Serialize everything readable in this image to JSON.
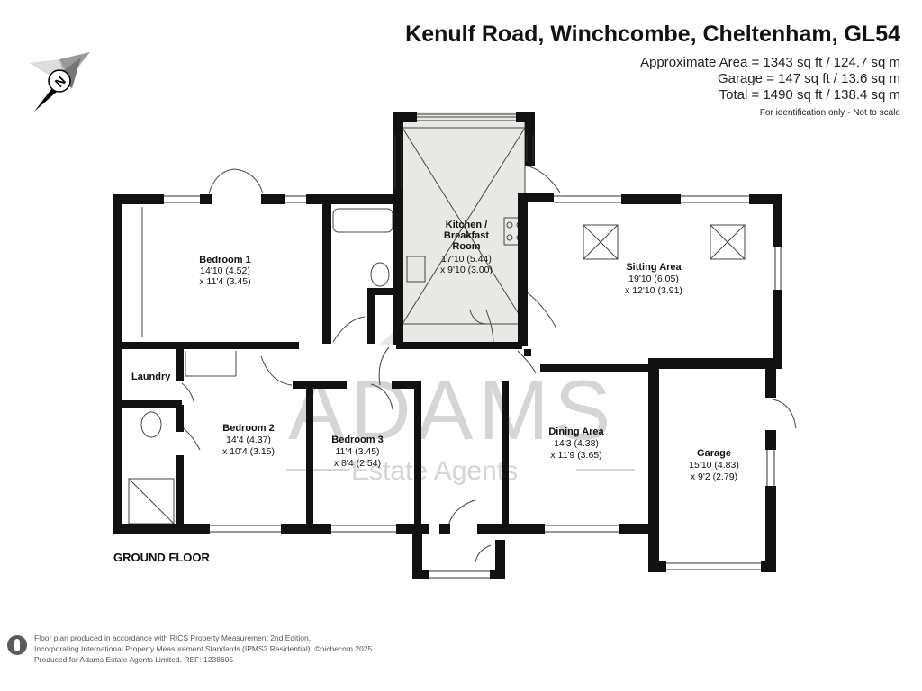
{
  "header": {
    "title": "Kenulf Road, Winchcombe, Cheltenham, GL54",
    "areas": [
      "Approximate Area = 1343 sq ft / 124.7 sq m",
      "Garage = 147 sq ft / 13.6 sq m",
      "Total = 1490 sq ft / 138.4 sq m"
    ],
    "disclaimer": "For identification only - Not to scale"
  },
  "compass": {
    "letter": "N"
  },
  "floor_label": "GROUND FLOOR",
  "watermark": {
    "brand": "ADAMS",
    "tagline": "Estate Agents"
  },
  "rooms": {
    "bedroom1": {
      "name": "Bedroom 1",
      "dim1": "14'10 (4.52)",
      "dim2": "x 11'4 (3.45)"
    },
    "kitchen": {
      "name1": "Kitchen /",
      "name2": "Breakfast",
      "name3": "Room",
      "dim1": "17'10 (5.44)",
      "dim2": "x 9'10 (3.00)"
    },
    "sitting": {
      "name": "Sitting Area",
      "dim1": "19'10 (6.05)",
      "dim2": "x 12'10 (3.91)"
    },
    "laundry": {
      "name": "Laundry"
    },
    "bedroom2": {
      "name": "Bedroom 2",
      "dim1": "14'4 (4.37)",
      "dim2": "x 10'4 (3.15)"
    },
    "bedroom3": {
      "name": "Bedroom 3",
      "dim1": "11'4 (3.45)",
      "dim2": "x 8'4 (2.54)"
    },
    "dining": {
      "name": "Dining Area",
      "dim1": "14'3 (4.38)",
      "dim2": "x 11'9 (3.65)"
    },
    "garage": {
      "name": "Garage",
      "dim1": "15'10 (4.83)",
      "dim2": "x 9'2 (2.79)"
    }
  },
  "footer": {
    "line1": "Floor plan produced in accordance with RICS Property Measurement 2nd Edition,",
    "line2": "Incorporating International Property Measurement Standards (IPMS2 Residential).  ©nichecom 2025.",
    "line3": "Produced for Adams Estate Agents Limited.   REF: 1238605"
  }
}
